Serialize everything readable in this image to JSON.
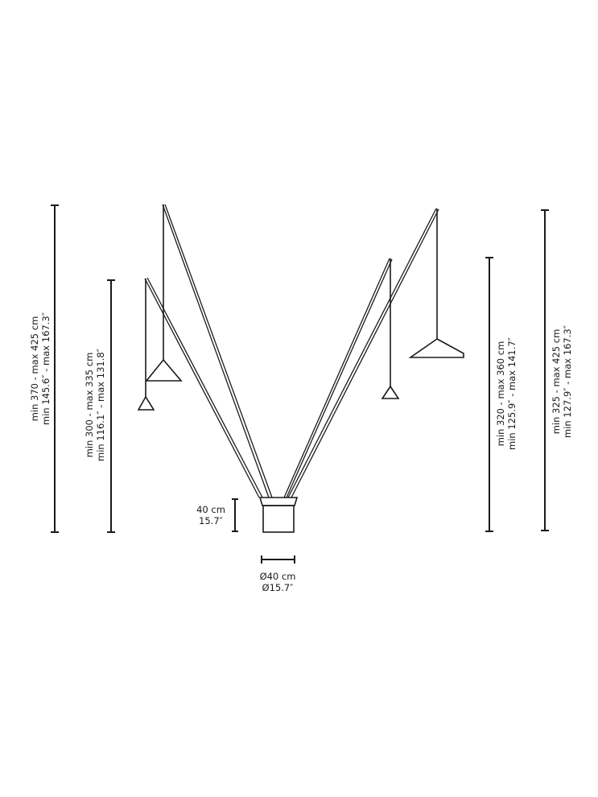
{
  "diagram": {
    "subject": "floor lamp with four telescopic arms and pendant shades",
    "stroke_color": "#1a1a1a",
    "background": "#ffffff"
  },
  "dimensions": {
    "left_outer": {
      "line1": "min 370 - max 425 cm",
      "line2": "min 145.6″ - max 167.3″"
    },
    "left_inner": {
      "line1": "min 300 - max 335 cm",
      "line2": "min 116.1″ - max 131.8″"
    },
    "right_inner": {
      "line1": "min 320 - max 360 cm",
      "line2": "min 125.9″ - max 141.7″"
    },
    "right_outer": {
      "line1": "min 325 - max 425 cm",
      "line2": "min 127.9″ - max 167.3″"
    },
    "base_height": {
      "line1": "40 cm",
      "line2": "15.7″"
    },
    "base_diameter": {
      "line1": "Ø40 cm",
      "line2": "Ø15.7″"
    }
  }
}
